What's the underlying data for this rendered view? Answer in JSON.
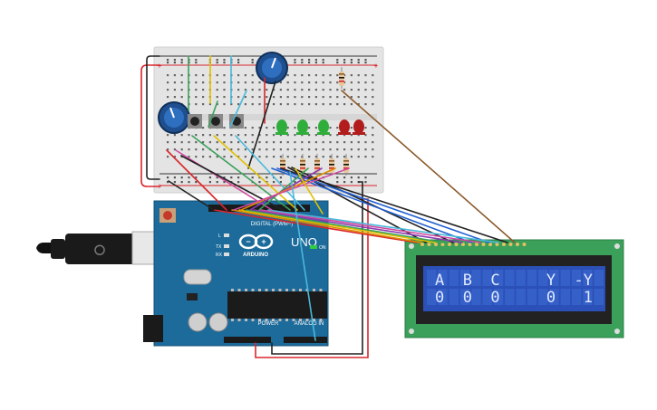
{
  "arduino": {
    "brand": "ARDUINO",
    "model": "UNO",
    "digital_label": "DIGITAL (PWM~)",
    "power_label": "POWER",
    "analog_label": "ANALOG IN",
    "on_label": "ON",
    "l_label": "L",
    "tx_label": "TX",
    "rx_label": "RX"
  },
  "lcd": {
    "row1": "A  B  C     Y  -Y",
    "row2": "0  0  0     0   1"
  },
  "colors": {
    "breadboard": "#e6e6e6",
    "arduino": "#1d6b9b",
    "lcd_board": "#3aa05a",
    "lcd_screen": "#2b50b8",
    "wire_red": "#d9262c",
    "wire_black": "#222222"
  },
  "leds": [
    "green",
    "green",
    "green",
    "red",
    "red"
  ]
}
